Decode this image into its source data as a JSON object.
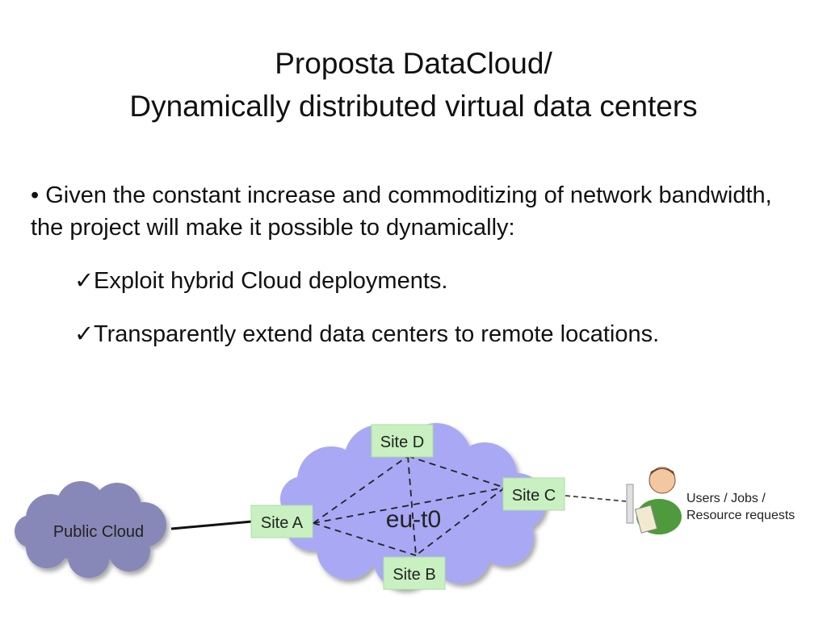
{
  "title": {
    "line1": "Proposta DataCloud/",
    "line2": "Dynamically distributed virtual data centers"
  },
  "bullet": {
    "marker": "•",
    "text": "Given the constant increase and commoditizing of network bandwidth, the project will make it possible to dynamically:"
  },
  "subitems": [
    {
      "check": "✓",
      "text": "Exploit hybrid Cloud deployments."
    },
    {
      "check": "✓",
      "text": "Transparently extend data centers to remote locations."
    }
  ],
  "diagram": {
    "public_cloud": "Public Cloud",
    "main_cloud": "eu-t0",
    "sites": {
      "a": "Site A",
      "b": "Site B",
      "c": "Site C",
      "d": "Site D"
    },
    "users_line1": "Users / Jobs /",
    "users_line2": "Resource requests",
    "colors": {
      "cloud_fill": "#a8a8f4",
      "public_cloud_fill": "#8888b8",
      "site_fill": "#c8f0c0",
      "user_shirt": "#4f9a3c"
    }
  }
}
